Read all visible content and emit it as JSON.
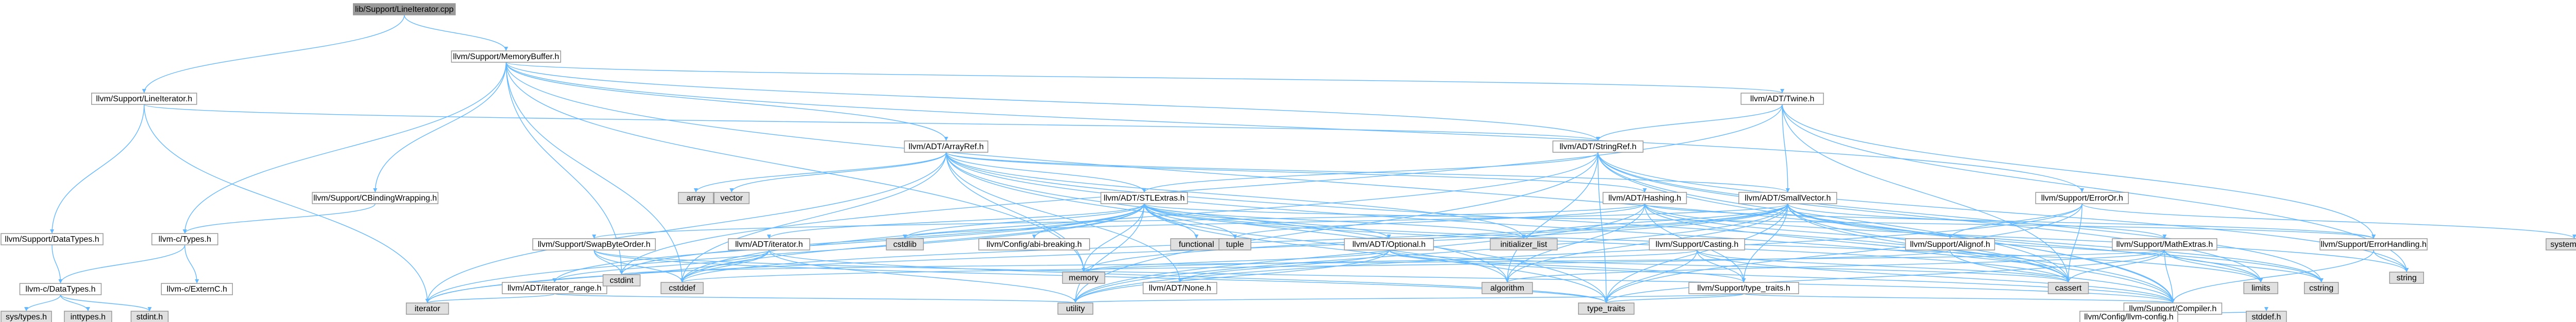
{
  "colors": {
    "root_fill": "#999999",
    "node_fill": "#ffffff",
    "missing_fill": "#e0e0e0",
    "red_border": "#ff0000",
    "border": "#999999",
    "edge": "#63b8ff",
    "text": "#000000"
  },
  "nodes": [
    {
      "id": "root",
      "label": "lib/Support/LineIterator.cpp",
      "kind": "root"
    },
    {
      "id": "memorybuffer",
      "label": "llvm/Support/MemoryBuffer.h",
      "kind": "normal"
    },
    {
      "id": "lineiterator",
      "label": "llvm/Support/LineIterator.h",
      "kind": "normal"
    },
    {
      "id": "twine",
      "label": "llvm/ADT/Twine.h",
      "kind": "normal"
    },
    {
      "id": "stringref",
      "label": "llvm/ADT/StringRef.h",
      "kind": "normal"
    },
    {
      "id": "arrayref",
      "label": "llvm/ADT/ArrayRef.h",
      "kind": "normal"
    },
    {
      "id": "smallvector",
      "label": "llvm/ADT/SmallVector.h",
      "kind": "red"
    },
    {
      "id": "stlextras",
      "label": "llvm/ADT/STLExtras.h",
      "kind": "normal"
    },
    {
      "id": "hashing",
      "label": "llvm/ADT/Hashing.h",
      "kind": "normal"
    },
    {
      "id": "erroror",
      "label": "llvm/Support/ErrorOr.h",
      "kind": "normal"
    },
    {
      "id": "cbinding",
      "label": "llvm/Support/CBindingWrapping.h",
      "kind": "normal"
    },
    {
      "id": "datatypes_cpp",
      "label": "llvm/Support/DataTypes.h",
      "kind": "normal"
    },
    {
      "id": "llvmc_types",
      "label": "llvm-c/Types.h",
      "kind": "normal"
    },
    {
      "id": "llvmc_datatypes",
      "label": "llvm-c/DataTypes.h",
      "kind": "normal"
    },
    {
      "id": "externc",
      "label": "llvm-c/ExternC.h",
      "kind": "normal"
    },
    {
      "id": "swapbyteorder",
      "label": "llvm/Support/SwapByteOrder.h",
      "kind": "red"
    },
    {
      "id": "adt_iterator",
      "label": "llvm/ADT/iterator.h",
      "kind": "normal"
    },
    {
      "id": "iterator_range",
      "label": "llvm/ADT/iterator_range.h",
      "kind": "normal"
    },
    {
      "id": "adt_optional",
      "label": "llvm/ADT/Optional.h",
      "kind": "red"
    },
    {
      "id": "adt_none",
      "label": "llvm/ADT/None.h",
      "kind": "normal"
    },
    {
      "id": "casting",
      "label": "llvm/Support/Casting.h",
      "kind": "normal"
    },
    {
      "id": "type_traits_llvm",
      "label": "llvm/Support/type_traits.h",
      "kind": "normal"
    },
    {
      "id": "align",
      "label": "llvm/Support/Alignof.h",
      "kind": "normal"
    },
    {
      "id": "mathextras",
      "label": "llvm/Support/MathExtras.h",
      "kind": "red"
    },
    {
      "id": "errorhandling",
      "label": "llvm/Support/ErrorHandling.h",
      "kind": "normal"
    },
    {
      "id": "compiler",
      "label": "llvm/Support/Compiler.h",
      "kind": "normal"
    },
    {
      "id": "llvm_config",
      "label": "llvm/Config/llvm-config.h",
      "kind": "normal"
    },
    {
      "id": "abi_breaking",
      "label": "llvm/Config/abi-breaking.h",
      "kind": "normal"
    },
    {
      "id": "array",
      "label": "array",
      "kind": "missing"
    },
    {
      "id": "vector",
      "label": "vector",
      "kind": "missing"
    },
    {
      "id": "initializer_list",
      "label": "initializer_list",
      "kind": "missing"
    },
    {
      "id": "cstdlib",
      "label": "cstdlib",
      "kind": "missing"
    },
    {
      "id": "functional",
      "label": "functional",
      "kind": "missing"
    },
    {
      "id": "tuple",
      "label": "tuple",
      "kind": "missing"
    },
    {
      "id": "system_error",
      "label": "system_error",
      "kind": "missing"
    },
    {
      "id": "string",
      "label": "string",
      "kind": "missing"
    },
    {
      "id": "cstring",
      "label": "cstring",
      "kind": "missing"
    },
    {
      "id": "limits",
      "label": "limits",
      "kind": "missing"
    },
    {
      "id": "cassert",
      "label": "cassert",
      "kind": "missing"
    },
    {
      "id": "algorithm",
      "label": "algorithm",
      "kind": "missing"
    },
    {
      "id": "memory",
      "label": "memory",
      "kind": "missing"
    },
    {
      "id": "cstddef",
      "label": "cstddef",
      "kind": "missing"
    },
    {
      "id": "cstdint",
      "label": "cstdint",
      "kind": "missing"
    },
    {
      "id": "iterator",
      "label": "iterator",
      "kind": "missing"
    },
    {
      "id": "utility",
      "label": "utility",
      "kind": "missing"
    },
    {
      "id": "type_traits",
      "label": "type_traits",
      "kind": "missing"
    },
    {
      "id": "stddef_h",
      "label": "stddef.h",
      "kind": "missing"
    },
    {
      "id": "sys_types",
      "label": "sys/types.h",
      "kind": "missing"
    },
    {
      "id": "inttypes",
      "label": "inttypes.h",
      "kind": "missing"
    },
    {
      "id": "stdint",
      "label": "stdint.h",
      "kind": "missing"
    }
  ],
  "edges": [
    [
      "root",
      "memorybuffer"
    ],
    [
      "root",
      "lineiterator"
    ],
    [
      "memorybuffer",
      "twine"
    ],
    [
      "memorybuffer",
      "stringref"
    ],
    [
      "memorybuffer",
      "arrayref"
    ],
    [
      "memorybuffer",
      "erroror"
    ],
    [
      "memorybuffer",
      "cbinding"
    ],
    [
      "memorybuffer",
      "llvmc_types"
    ],
    [
      "memorybuffer",
      "compiler"
    ],
    [
      "memorybuffer",
      "cstddef"
    ],
    [
      "memorybuffer",
      "cstdint"
    ],
    [
      "memorybuffer",
      "memory"
    ],
    [
      "lineiterator",
      "stringref"
    ],
    [
      "lineiterator",
      "datatypes_cpp"
    ],
    [
      "lineiterator",
      "iterator"
    ],
    [
      "twine",
      "smallvector"
    ],
    [
      "twine",
      "stringref"
    ],
    [
      "twine",
      "errorhandling"
    ],
    [
      "twine",
      "cassert"
    ],
    [
      "twine",
      "cstdint"
    ],
    [
      "twine",
      "string"
    ],
    [
      "stringref",
      "stlextras"
    ],
    [
      "stringref",
      "compiler"
    ],
    [
      "stringref",
      "algorithm"
    ],
    [
      "stringref",
      "cassert"
    ],
    [
      "stringref",
      "cstddef"
    ],
    [
      "stringref",
      "cstring"
    ],
    [
      "stringref",
      "limits"
    ],
    [
      "stringref",
      "string"
    ],
    [
      "stringref",
      "type_traits"
    ],
    [
      "stringref",
      "utility"
    ],
    [
      "arrayref",
      "hashing"
    ],
    [
      "arrayref",
      "adt_none"
    ],
    [
      "arrayref",
      "smallvector"
    ],
    [
      "arrayref",
      "stlextras"
    ],
    [
      "arrayref",
      "compiler"
    ],
    [
      "arrayref",
      "algorithm"
    ],
    [
      "arrayref",
      "array"
    ],
    [
      "arrayref",
      "cassert"
    ],
    [
      "arrayref",
      "cstddef"
    ],
    [
      "arrayref",
      "initializer_list"
    ],
    [
      "arrayref",
      "iterator"
    ],
    [
      "arrayref",
      "memory"
    ],
    [
      "arrayref",
      "type_traits"
    ],
    [
      "arrayref",
      "vector"
    ],
    [
      "smallvector",
      "compiler"
    ],
    [
      "smallvector",
      "mathextras"
    ],
    [
      "smallvector",
      "type_traits_llvm"
    ],
    [
      "smallvector",
      "algorithm"
    ],
    [
      "smallvector",
      "cassert"
    ],
    [
      "smallvector",
      "cstddef"
    ],
    [
      "smallvector",
      "cstdlib"
    ],
    [
      "smallvector",
      "cstring"
    ],
    [
      "smallvector",
      "initializer_list"
    ],
    [
      "smallvector",
      "iterator"
    ],
    [
      "smallvector",
      "limits"
    ],
    [
      "smallvector",
      "memory"
    ],
    [
      "smallvector",
      "type_traits"
    ],
    [
      "smallvector",
      "utility"
    ],
    [
      "stlextras",
      "adt_optional"
    ],
    [
      "stlextras",
      "adt_iterator"
    ],
    [
      "stlextras",
      "iterator_range"
    ],
    [
      "stlextras",
      "abi_breaking"
    ],
    [
      "stlextras",
      "errorhandling"
    ],
    [
      "stlextras",
      "algorithm"
    ],
    [
      "stlextras",
      "cassert"
    ],
    [
      "stlextras",
      "cstddef"
    ],
    [
      "stlextras",
      "cstdint"
    ],
    [
      "stlextras",
      "cstdlib"
    ],
    [
      "stlextras",
      "functional"
    ],
    [
      "stlextras",
      "initializer_list"
    ],
    [
      "stlextras",
      "iterator"
    ],
    [
      "stlextras",
      "limits"
    ],
    [
      "stlextras",
      "memory"
    ],
    [
      "stlextras",
      "tuple"
    ],
    [
      "stlextras",
      "type_traits"
    ],
    [
      "stlextras",
      "utility"
    ],
    [
      "hashing",
      "errorhandling"
    ],
    [
      "hashing",
      "swapbyteorder"
    ],
    [
      "hashing",
      "type_traits_llvm"
    ],
    [
      "hashing",
      "algorithm"
    ],
    [
      "hashing",
      "cassert"
    ],
    [
      "hashing",
      "cstring"
    ],
    [
      "hashing",
      "string"
    ],
    [
      "hashing",
      "tuple"
    ],
    [
      "hashing",
      "utility"
    ],
    [
      "erroror",
      "align"
    ],
    [
      "erroror",
      "cassert"
    ],
    [
      "erroror",
      "system_error"
    ],
    [
      "erroror",
      "type_traits"
    ],
    [
      "erroror",
      "utility"
    ],
    [
      "cbinding",
      "llvmc_types"
    ],
    [
      "datatypes_cpp",
      "llvmc_datatypes"
    ],
    [
      "llvmc_types",
      "llvmc_datatypes"
    ],
    [
      "llvmc_types",
      "externc"
    ],
    [
      "llvmc_datatypes",
      "sys_types"
    ],
    [
      "llvmc_datatypes",
      "inttypes"
    ],
    [
      "llvmc_datatypes",
      "stdint"
    ],
    [
      "swapbyteorder",
      "compiler"
    ],
    [
      "swapbyteorder",
      "cstddef"
    ],
    [
      "swapbyteorder",
      "cstdint"
    ],
    [
      "swapbyteorder",
      "type_traits"
    ],
    [
      "adt_iterator",
      "iterator_range"
    ],
    [
      "adt_iterator",
      "cstddef"
    ],
    [
      "adt_iterator",
      "iterator"
    ],
    [
      "adt_iterator",
      "type_traits"
    ],
    [
      "adt_iterator",
      "utility"
    ],
    [
      "iterator_range",
      "iterator"
    ],
    [
      "iterator_range",
      "utility"
    ],
    [
      "adt_optional",
      "adt_none"
    ],
    [
      "adt_optional",
      "compiler"
    ],
    [
      "adt_optional",
      "type_traits_llvm"
    ],
    [
      "adt_optional",
      "cassert"
    ],
    [
      "adt_optional",
      "memory"
    ],
    [
      "adt_optional",
      "new"
    ],
    [
      "adt_optional",
      "utility"
    ],
    [
      "casting",
      "compiler"
    ],
    [
      "casting",
      "type_traits_llvm"
    ],
    [
      "casting",
      "cassert"
    ],
    [
      "casting",
      "memory"
    ],
    [
      "casting",
      "type_traits"
    ],
    [
      "type_traits_llvm",
      "compiler"
    ],
    [
      "type_traits_llvm",
      "type_traits"
    ],
    [
      "type_traits_llvm",
      "utility"
    ],
    [
      "align",
      "compiler"
    ],
    [
      "align",
      "cstddef"
    ],
    [
      "mathextras",
      "compiler"
    ],
    [
      "mathextras",
      "algorithm"
    ],
    [
      "mathextras",
      "cassert"
    ],
    [
      "mathextras",
      "cstdint"
    ],
    [
      "mathextras",
      "cstring"
    ],
    [
      "mathextras",
      "limits"
    ],
    [
      "mathextras",
      "type_traits"
    ],
    [
      "errorhandling",
      "compiler"
    ],
    [
      "errorhandling",
      "string"
    ],
    [
      "compiler",
      "llvm_config"
    ],
    [
      "compiler",
      "stddef_h"
    ]
  ]
}
